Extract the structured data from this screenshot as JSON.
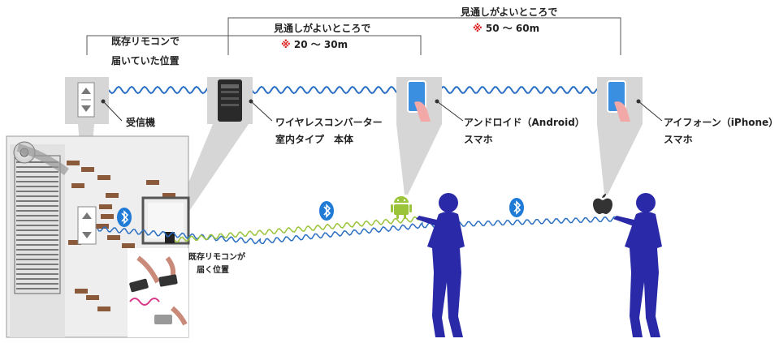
{
  "ranges": {
    "existing_remote": {
      "line1": "既存リモコンで",
      "line2": "届いていた位置"
    },
    "range_20_30": {
      "title": "見通しがよいところで",
      "mark": "※",
      "distance": "20 ～ 30m"
    },
    "range_50_60": {
      "title": "見通しがよいところで",
      "mark": "※",
      "distance": "50 ～ 60m"
    }
  },
  "devices": {
    "receiver": {
      "label": "受信機"
    },
    "converter": {
      "label_line1": "ワイヤレスコンバーター",
      "label_line2": "室内タイプ　本体"
    },
    "android": {
      "label_line1": "アンドロイド（Android）",
      "label_line2": "スマホ"
    },
    "iphone": {
      "label_line1": "アイフォーン（iPhone）",
      "label_line2": "スマホ"
    }
  },
  "room": {
    "remote_position_line1": "既存リモコンが",
    "remote_position_line2": "届く位置"
  },
  "colors": {
    "wave_blue": "#2b6fc2",
    "wave_green": "#9bc43a",
    "person": "#2a2aa8",
    "phone_screen": "#3a8fe0",
    "note_red": "#d22222",
    "device_box": "#d6d6d6",
    "brick": "#8a5a3a"
  }
}
